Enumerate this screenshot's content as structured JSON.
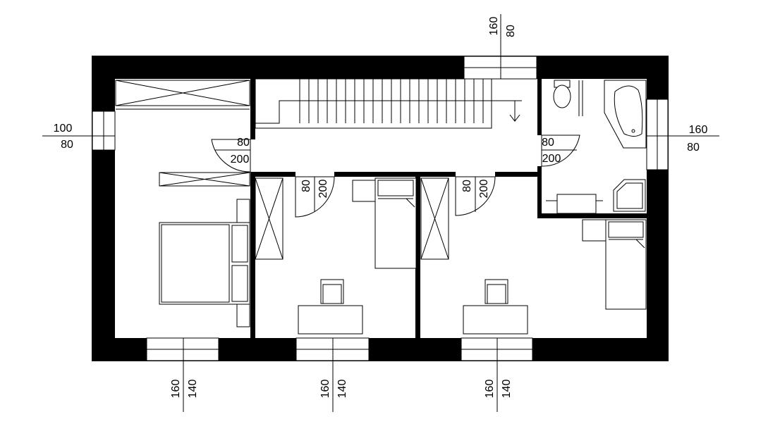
{
  "dimensions": {
    "top_window": [
      "160",
      "80"
    ],
    "left_window": [
      "100",
      "80"
    ],
    "right_window": [
      "160",
      "80"
    ],
    "bottom_window_1": [
      "160",
      "140"
    ],
    "bottom_window_2": [
      "160",
      "140"
    ],
    "bottom_window_3": [
      "160",
      "140"
    ],
    "door_hall_left": [
      "80",
      "200"
    ],
    "door_hall_right": [
      "80",
      "200"
    ],
    "door_room_1": [
      "80",
      "200"
    ],
    "door_room_2": [
      "80",
      "200"
    ]
  }
}
